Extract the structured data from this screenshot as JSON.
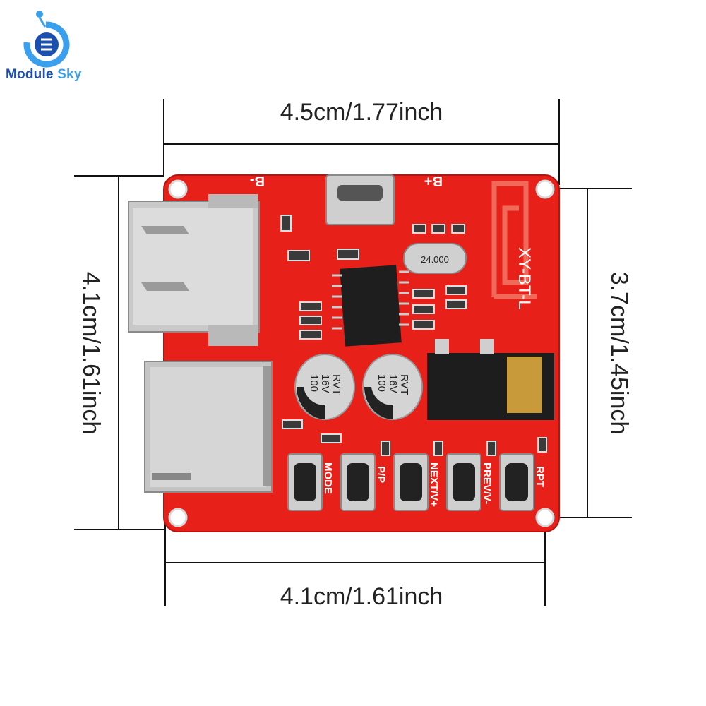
{
  "brand": {
    "word1": "Module",
    "word2": "Sky",
    "colors": {
      "dark": "#1b4fb0",
      "light": "#3aa0ee"
    }
  },
  "dimensions": {
    "top_width": "4.5cm/1.77inch",
    "bottom_width": "4.1cm/1.61inch",
    "left_height": "4.1cm/1.61inch",
    "right_height": "3.7cm/1.45inch"
  },
  "board": {
    "model": "XY-BT-L",
    "pcb_color": "#e8201a",
    "pads": {
      "b_minus": "B-",
      "b_plus": "B+"
    },
    "crystal": "24.000",
    "capacitors": [
      {
        "value": "100",
        "voltage": "16V",
        "type": "RVT"
      },
      {
        "value": "100",
        "voltage": "16V",
        "type": "RVT"
      }
    ],
    "buttons": [
      "MODE",
      "P/P",
      "NEXT/V+",
      "PREV/V-",
      "RPT"
    ],
    "icon_names": [
      "usb-a-port-icon",
      "micro-usb-port-icon",
      "sd-card-slot-icon",
      "audio-jack-icon",
      "bluetooth-antenna-icon",
      "chip-icon"
    ]
  }
}
